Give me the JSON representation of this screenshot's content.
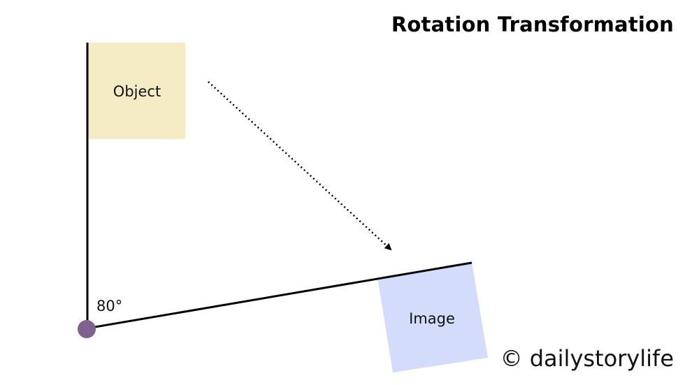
{
  "title": "Rotation Transformation",
  "object": {
    "label": "Object",
    "color": "#f5ecc6"
  },
  "image": {
    "label": "Image",
    "color": "#d3ddfb"
  },
  "angle_label": "80°",
  "pivot_color": "#7e6390",
  "line_color": "#000000",
  "copyright": "© dailystorylife"
}
